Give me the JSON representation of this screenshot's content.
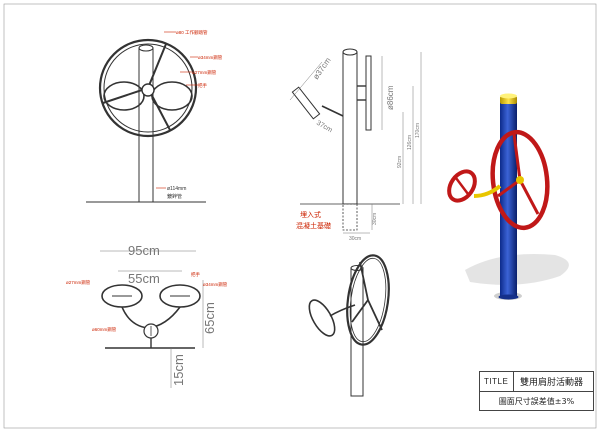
{
  "drawing": {
    "front_view": {
      "label_tube_top": "ø80 工作腳踏管",
      "label_34": "ø34mm鋼管",
      "label_27": "ø27mm鋼管",
      "label_handle": "把手",
      "label_post": "ø114mm",
      "label_post2": "鍍鋅管"
    },
    "side_view": {
      "dim_37": "ø37cm",
      "dim_37b": "37cm",
      "dim_86": "ø86cm",
      "dim_92": "92cm",
      "dim_126": "126cm",
      "dim_170": "170cm",
      "dim_30v": "30cm",
      "dim_30h": "30cm",
      "label_embed": "埋入式",
      "label_concrete": "混凝土基礎"
    },
    "top_view": {
      "dim_95": "95cm",
      "dim_55": "55cm",
      "dim_65": "65cm",
      "dim_15": "15cm",
      "label_27": "ø27mm鋼管",
      "label_34": "ø34mm鋼管",
      "label_handle": "把手",
      "label_60": "ø60mm鋼管"
    }
  },
  "title_block": {
    "title_key": "TITLE",
    "title_value": "雙用肩肘活動器",
    "note": "圖面尺寸誤差值±3%"
  },
  "colors": {
    "line": "#333333",
    "dim": "#777777",
    "annot": "#cc2200",
    "render_post": "#1f3fa8",
    "render_wheel": "#c01818",
    "render_cap": "#e8c600"
  }
}
